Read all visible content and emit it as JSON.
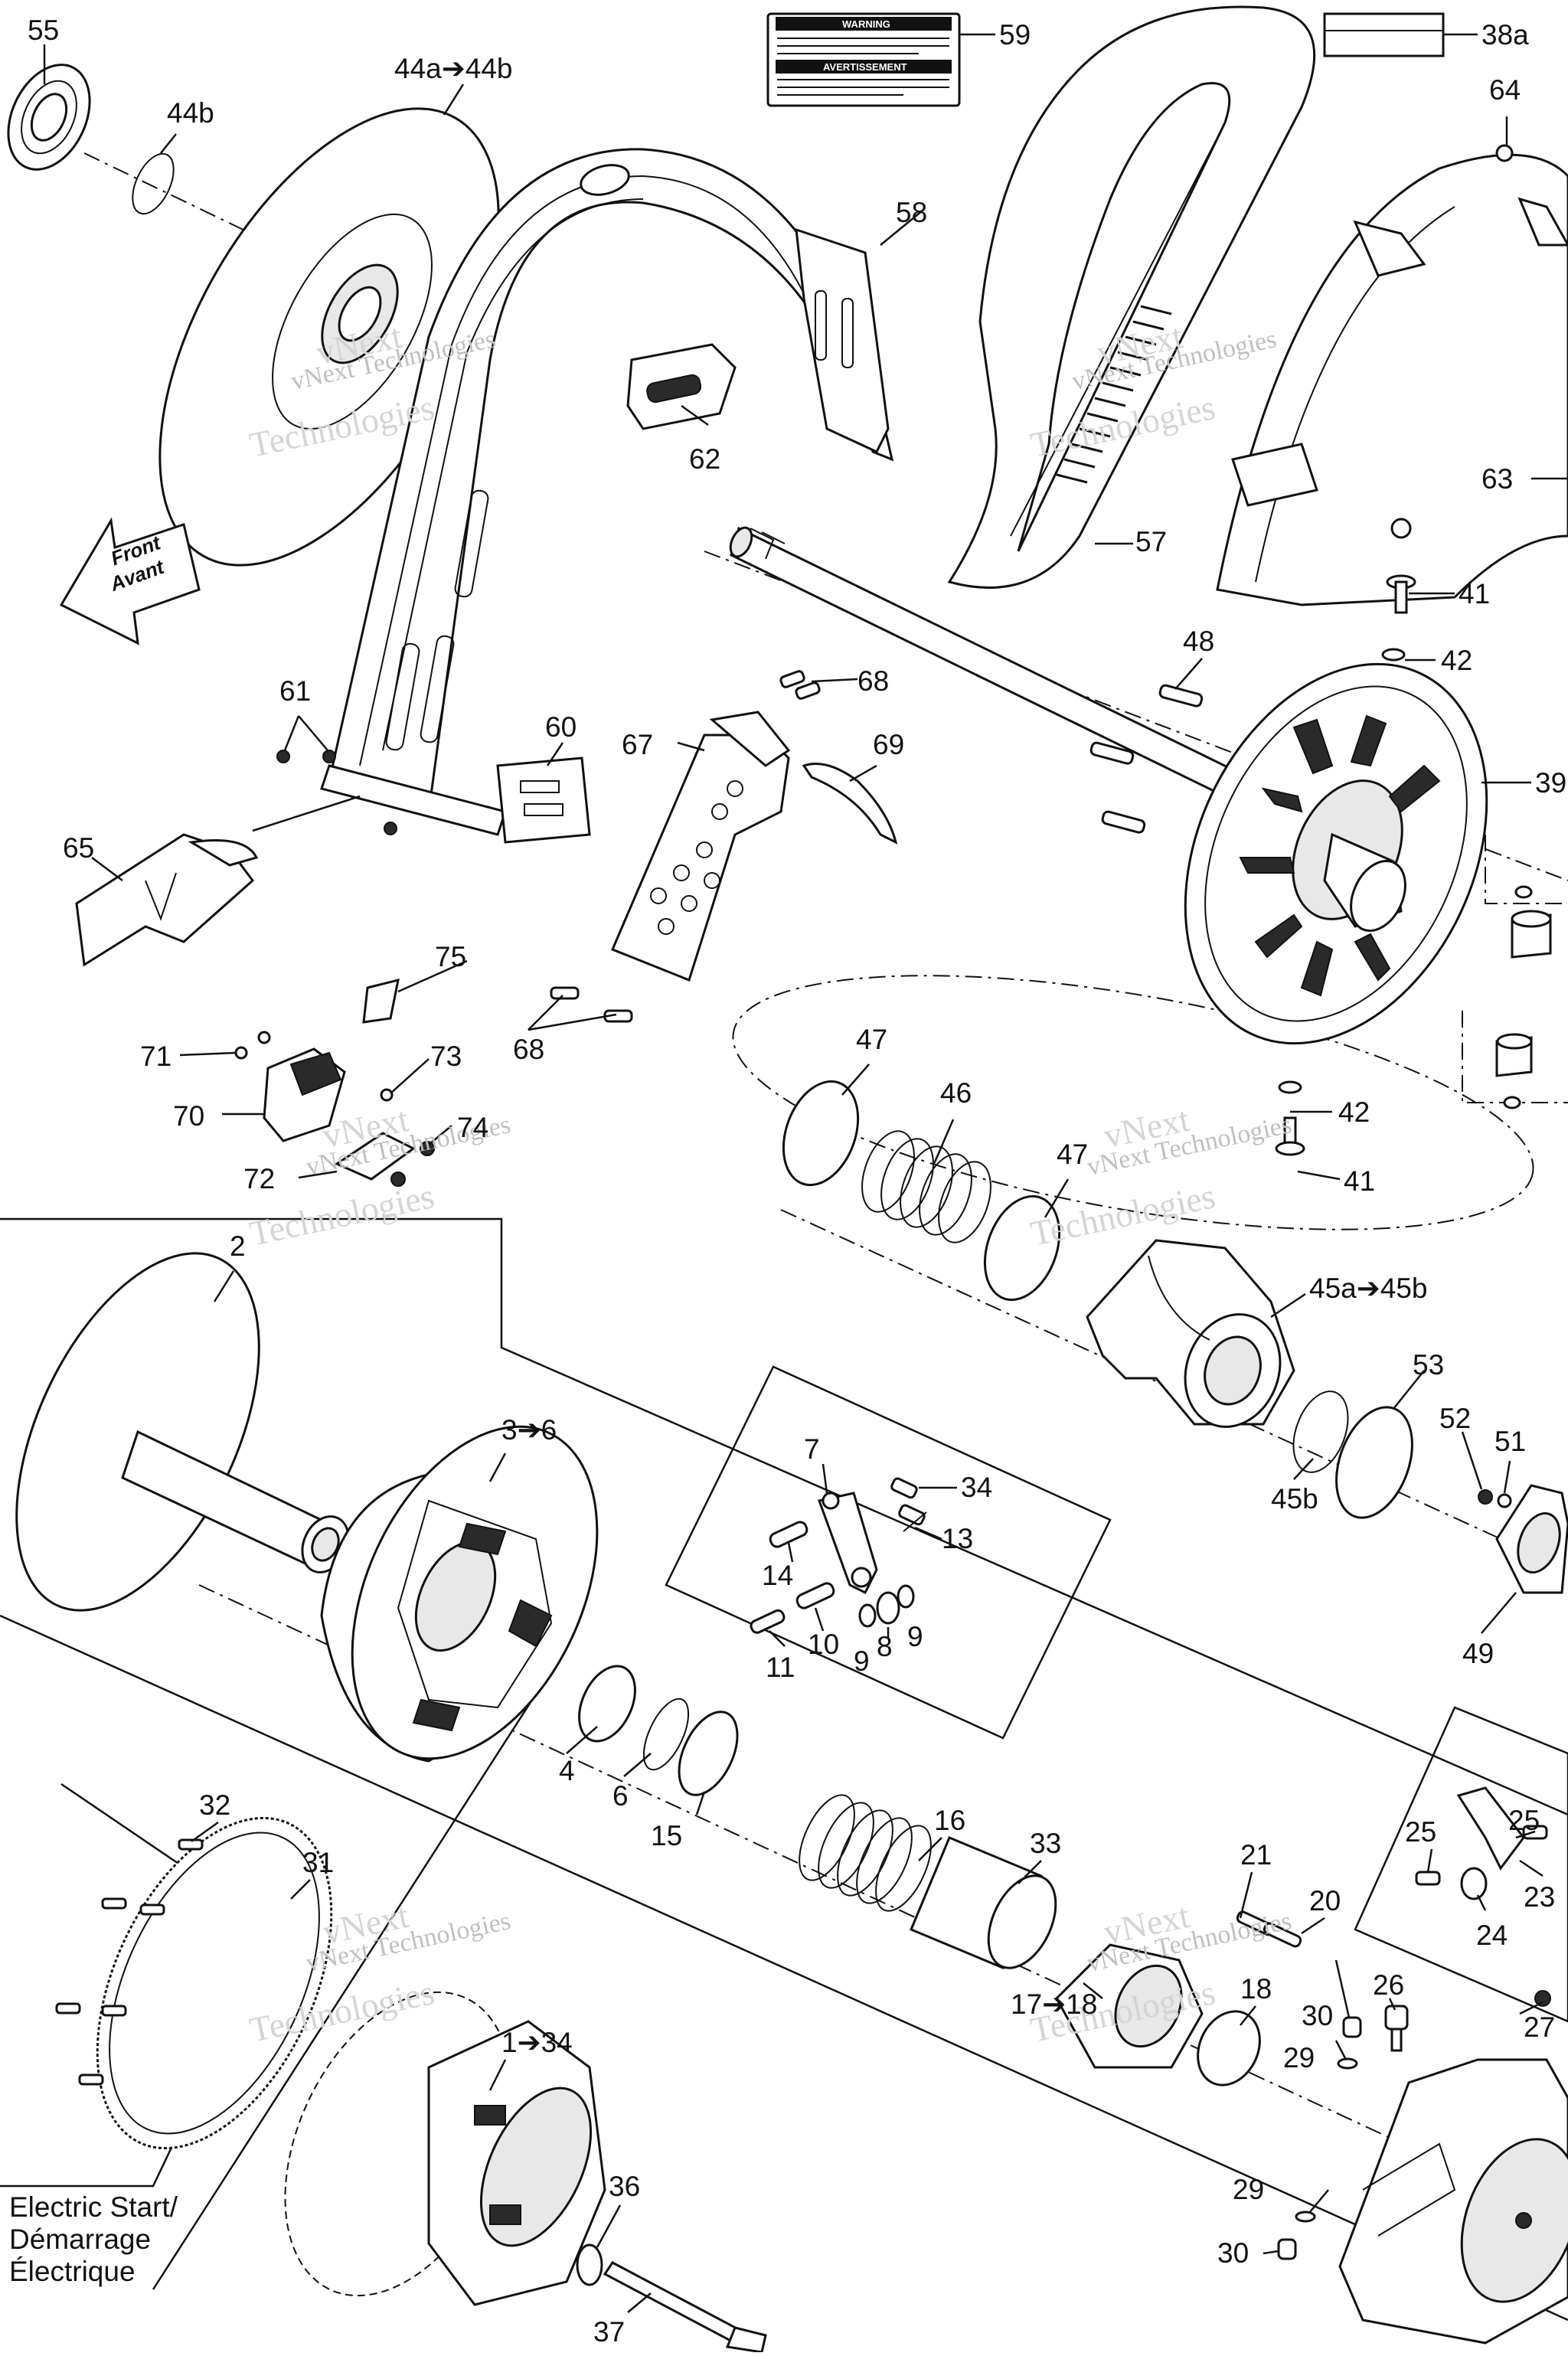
{
  "labels": {
    "c1_34": "1➔34",
    "c2": "2",
    "c3_6": "3➔6",
    "c4": "4",
    "c6": "6",
    "c7": "7",
    "c8": "8",
    "c9a": "9",
    "c9b": "9",
    "c10": "10",
    "c11": "11",
    "c13": "13",
    "c14": "14",
    "c15": "15",
    "c16": "16",
    "c17_18": "17➔18",
    "c18": "18",
    "c20": "20",
    "c21": "21",
    "c23": "23",
    "c24": "24",
    "c25a": "25",
    "c25b": "25",
    "c26": "26",
    "c27": "27",
    "c29a": "29",
    "c29b": "29",
    "c30a": "30",
    "c30b": "30",
    "c31": "31",
    "c32": "32",
    "c33": "33",
    "c36": "36",
    "c37": "37",
    "c34": "34",
    "c38a": "38a",
    "c39": "39",
    "c41a": "41",
    "c41b": "41",
    "c42a": "42",
    "c42b": "42",
    "c44a_44b": "44a➔44b",
    "c44b": "44b",
    "c45a_45b": "45a➔45b",
    "c45b": "45b",
    "c46": "46",
    "c47a": "47",
    "c47b": "47",
    "c48": "48",
    "c49": "49",
    "c51": "51",
    "c52": "52",
    "c53": "53",
    "c55": "55",
    "c57": "57",
    "c58": "58",
    "c59": "59",
    "c60": "60",
    "c61": "61",
    "c62": "62",
    "c63": "63",
    "c64": "64",
    "c65": "65",
    "c67": "67",
    "c68a": "68",
    "c68b": "68",
    "c69": "69",
    "c70": "70",
    "c71": "71",
    "c72": "72",
    "c73": "73",
    "c74": "74",
    "c75": "75"
  },
  "front_arrow": {
    "line1": "Front",
    "line2": "Avant"
  },
  "electric_start": {
    "line1": "Electric Start/",
    "line2": "Démarrage",
    "line3": "Électrique"
  },
  "warning_label": {
    "warning": "WARNING",
    "avertissement": "AVERTISSEMENT"
  },
  "watermark": {
    "line1": "vNext",
    "line2": "Technologies",
    "inline": "vNext Technologies"
  }
}
